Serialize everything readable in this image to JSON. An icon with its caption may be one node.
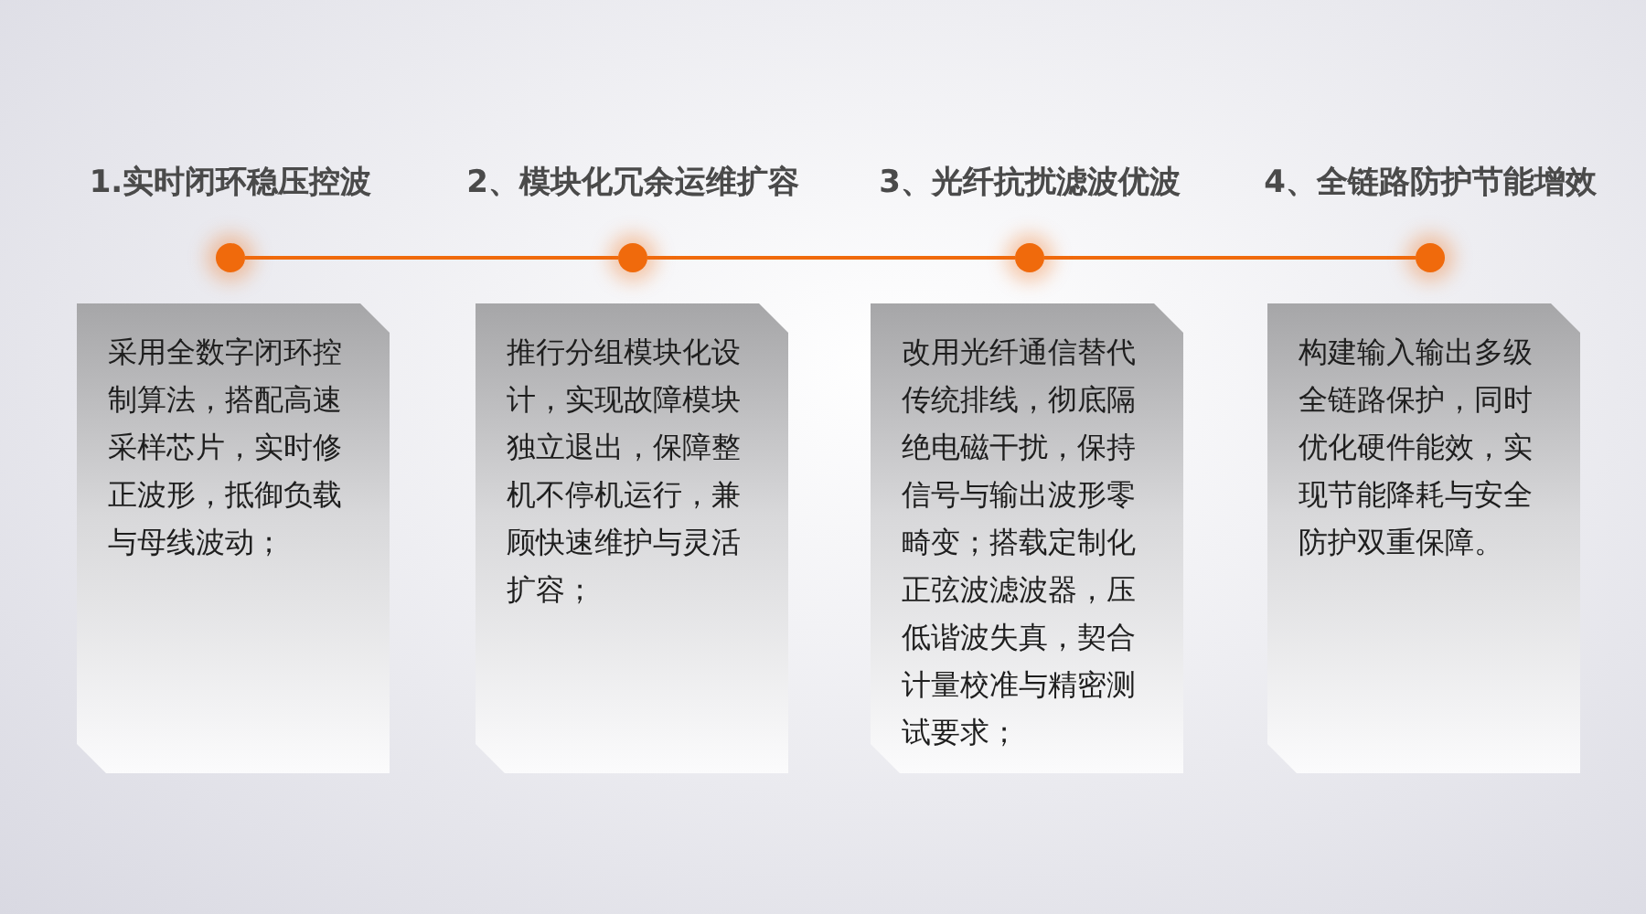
{
  "diagram": {
    "nodes": [
      {
        "text": [],
        "shape": "circle",
        "beside": [
          "1.实时闭环稳压控波"
        ]
      },
      {
        "text": [],
        "shape": "circle",
        "beside": [
          "2、模块化冗余运维扩容"
        ]
      },
      {
        "text": [],
        "shape": "circle",
        "beside": [
          "3、光纤抗扰滤波优波"
        ]
      },
      {
        "text": [],
        "shape": "circle",
        "beside": [
          "4、全链路防护节能增效"
        ]
      },
      {
        "text": [
          "采用全数字闭环控制算法，搭配高速采样芯片，实时修正波形，抵御负载与母线波动；"
        ]
      },
      {
        "text": [
          "推行分组模块化设计，实现故障模块独立退出，保障整机不停机运行，兼顾快速维护与灵活扩容；"
        ]
      },
      {
        "text": [
          "改用光纤通信替代传统排线，彻底隔绝电磁干扰，保持信号与输出波形零畸变；搭载定制化正弦波滤波器，压低谐波失真，契合计量校准与精密测试要求；"
        ]
      },
      {
        "text": [
          "构建输入输出多级全链路保护，同时优化硬件能效，实现节能降耗与安全防护双重保障。"
        ]
      }
    ],
    "edges": [
      {
        "from": 0,
        "to": 1,
        "arrow": "none"
      },
      {
        "from": 1,
        "to": 2,
        "arrow": "none"
      },
      {
        "from": 2,
        "to": 3,
        "arrow": "none"
      }
    ]
  }
}
